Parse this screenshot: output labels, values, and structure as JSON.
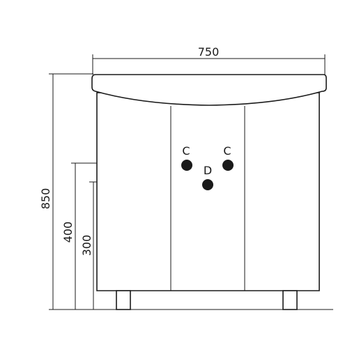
{
  "dimensions": {
    "width": "750",
    "height": "850",
    "cold_hot_height": "400",
    "drain_height": "300"
  },
  "markers": {
    "cold": "C",
    "hot": "C",
    "drain": "D"
  },
  "colors": {
    "line": "#1a1a1a",
    "background": "#ffffff"
  }
}
